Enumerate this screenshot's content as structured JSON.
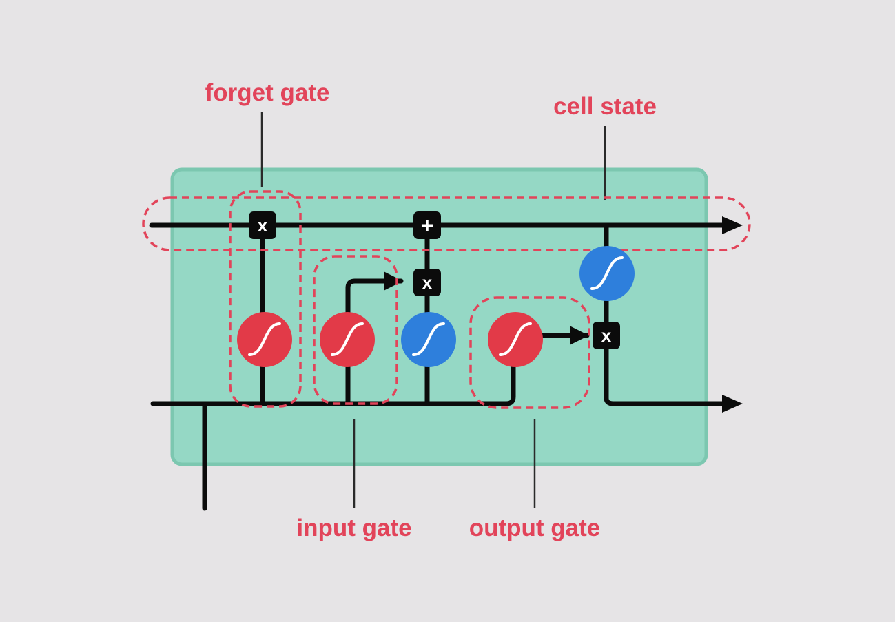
{
  "labels": {
    "forget_gate": "forget gate",
    "cell_state": "cell state",
    "input_gate": "input gate",
    "output_gate": "output gate"
  },
  "operators": {
    "multiply": "x",
    "add": "+"
  },
  "icons": {
    "sigmoid": "sigmoid-s-curve-icon",
    "tanh": "tanh-s-curve-icon"
  },
  "colors": {
    "background": "#e6e4e6",
    "cell_fill": "#95d8c5",
    "cell_border": "#6fbfa6",
    "label_red": "#e2445a",
    "sigmoid_red": "#e23a48",
    "tanh_blue": "#2e7fdc",
    "line": "#0b0b0b",
    "dash_outline": "#e2445a"
  }
}
